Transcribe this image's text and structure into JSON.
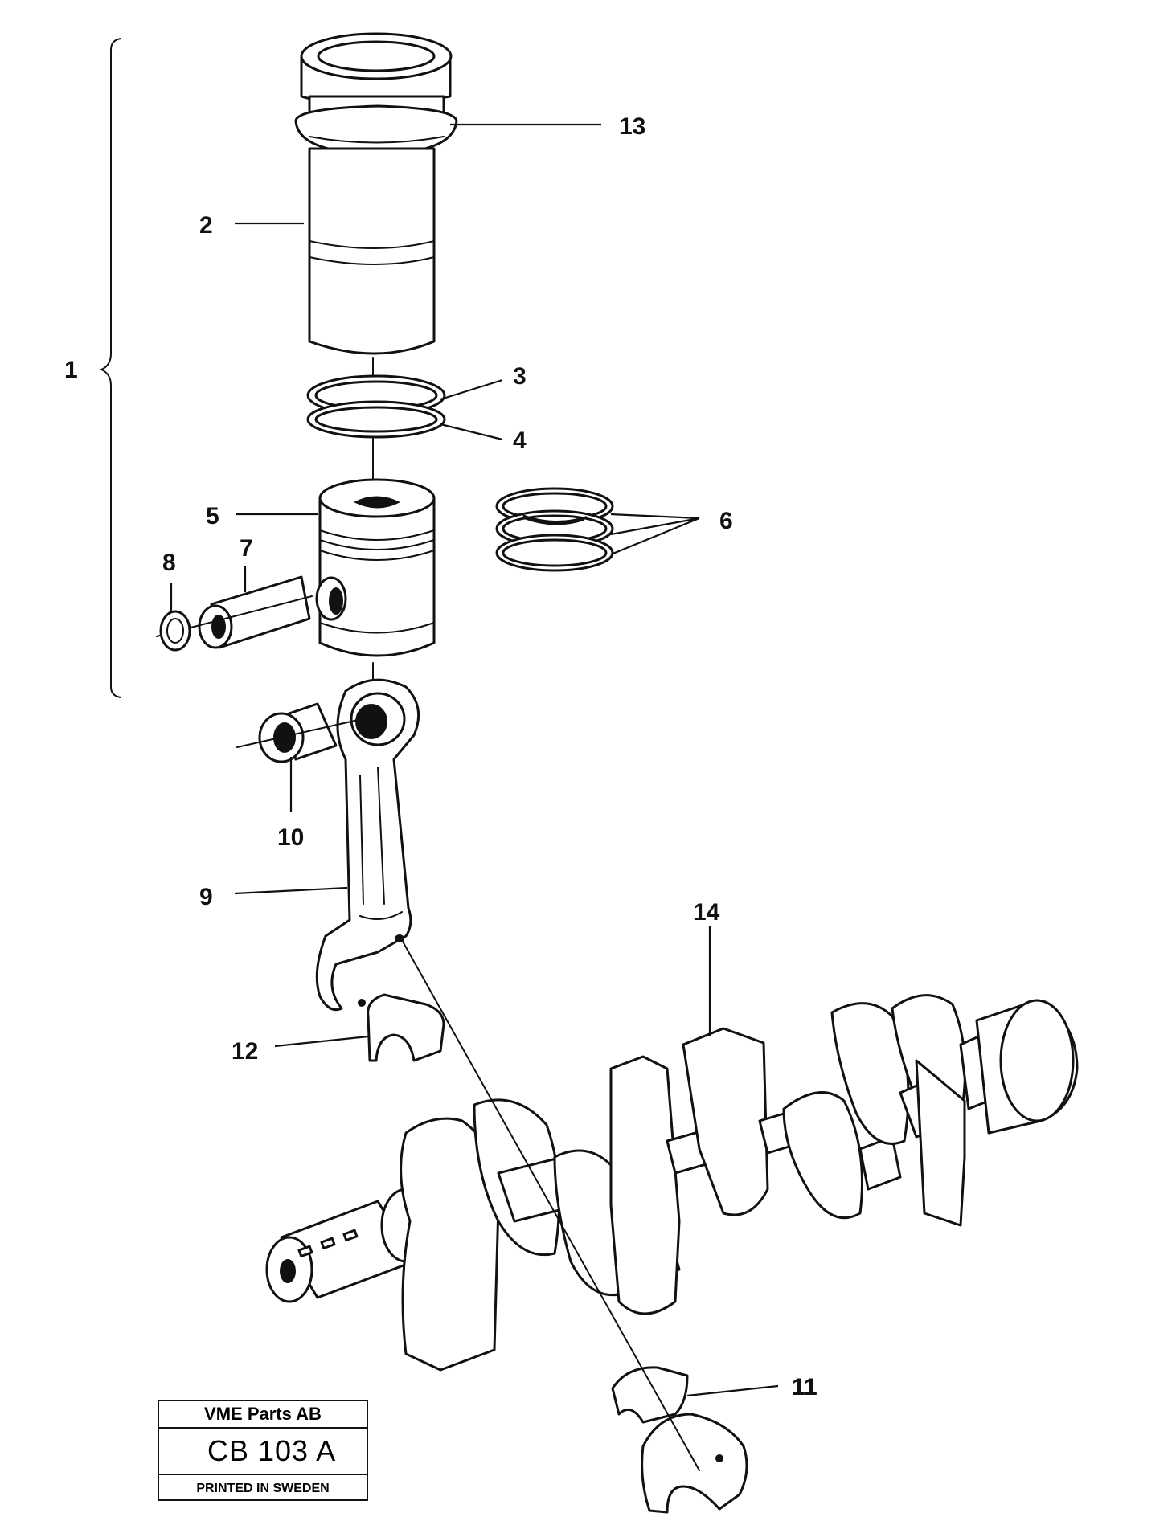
{
  "callouts": {
    "c1": "1",
    "c2": "2",
    "c3": "3",
    "c4": "4",
    "c5": "5",
    "c6": "6",
    "c7": "7",
    "c8": "8",
    "c9": "9",
    "c10": "10",
    "c11": "11",
    "c12": "12",
    "c13": "13",
    "c14": "14"
  },
  "title_block": {
    "company": "VME Parts AB",
    "code": "CB 103 A",
    "printed": "PRINTED IN SWEDEN"
  }
}
